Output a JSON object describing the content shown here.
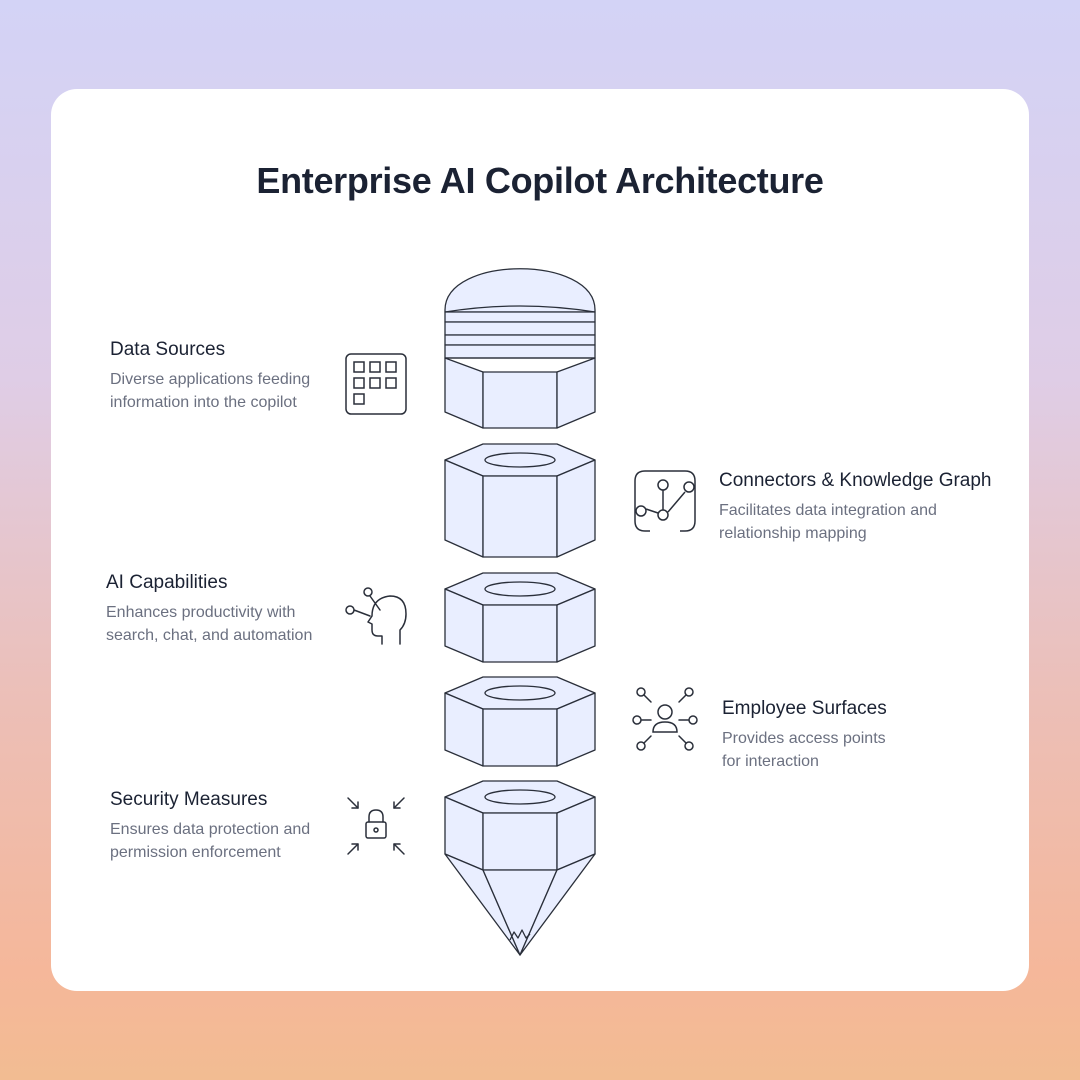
{
  "title": "Enterprise AI Copilot Architecture",
  "layers": [
    {
      "heading": "Data Sources",
      "desc1": "Diverse applications feeding",
      "desc2": "information into the copilot",
      "icon": "app-grid-icon"
    },
    {
      "heading": "Connectors & Knowledge Graph",
      "desc1": "Facilitates data integration and",
      "desc2": "relationship mapping",
      "icon": "knowledge-graph-icon"
    },
    {
      "heading": "AI Capabilities",
      "desc1": "Enhances productivity with",
      "desc2": "search, chat, and automation",
      "icon": "ai-head-icon"
    },
    {
      "heading": "Employee Surfaces",
      "desc1": "Provides access points",
      "desc2": "for interaction",
      "icon": "user-network-icon"
    },
    {
      "heading": "Security Measures",
      "desc1": "Ensures data protection and",
      "desc2": "permission enforcement",
      "icon": "lock-icon"
    }
  ],
  "colors": {
    "stack_fill": "#e9eeff",
    "stroke": "#2a2f3a",
    "text": "#1b2233",
    "muted": "#6b7080"
  }
}
